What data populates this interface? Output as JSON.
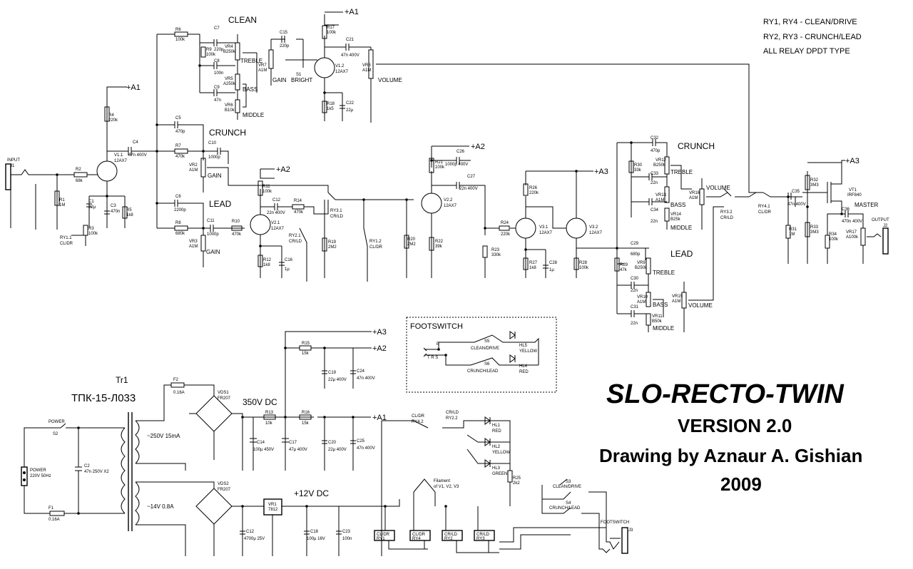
{
  "notes": {
    "line1": "RY1, RY4 - CLEAN/DRIVE",
    "line2": "RY2, RY3 - CRUNCH/LEAD",
    "line3": "ALL RELAY DPDT TYPE"
  },
  "title": {
    "name": "SLO-RECTO-TWIN",
    "version": "VERSION 2.0",
    "author": "Drawing by Aznaur A. Gishian",
    "year": "2009"
  },
  "sections": {
    "clean": "CLEAN",
    "crunch": "CRUNCH",
    "lead": "LEAD",
    "crunch2": "CRUNCH",
    "lead2": "LEAD",
    "footswitch": "FOOTSWITCH"
  },
  "controls": {
    "treble": "TREBLE",
    "bass": "BASS",
    "middle": "MIDDLE",
    "gain": "GAIN",
    "bright": "BRIGHT",
    "volume": "VOLUME",
    "master": "MASTER"
  },
  "rails": {
    "a1": "+A1",
    "a2": "+A2",
    "a3": "+A3"
  },
  "io": {
    "input": "INPUT",
    "output": "OUTPUT",
    "j1": "J1",
    "j2": "J2",
    "j3": "J3",
    "footswitch_jack": "FOOTSWITCH"
  },
  "power": {
    "tr_name": "Tr1",
    "tr_type": "ТПК-15-Л033",
    "dc350": "350V DC",
    "dc12": "+12V DC",
    "sec1": "~250V 15mA",
    "sec2": "~14V 0.8A",
    "power_label": "POWER",
    "s2": "S2",
    "mains": "220V 50Hz",
    "f1": "F1",
    "f1v": "0.16A",
    "f2": "F2",
    "f2v": "0.16A",
    "c2": "C2",
    "c2v": "47n 250V X2",
    "vds1": "VDS1",
    "vds1v": "FR207",
    "vds2": "VDS2",
    "vds2v": "FR207",
    "vr1": "VR1",
    "vr1v": "7812",
    "filament": "Filament",
    "filament2": "of V1, V2, V3"
  },
  "tubes": [
    {
      "ref": "V1.1",
      "type": "12AX7"
    },
    {
      "ref": "V1.2",
      "type": "12AX7"
    },
    {
      "ref": "V2.1",
      "type": "12AX7"
    },
    {
      "ref": "V2.2",
      "type": "12AX7"
    },
    {
      "ref": "V3.1",
      "type": "12AX7"
    },
    {
      "ref": "V3.2",
      "type": "12AX7"
    }
  ],
  "relays": {
    "ry11": "RY1.1",
    "ry11s": "CL/DR",
    "ry21": "RY2.1",
    "ry21s": "CR/LD",
    "ry31": "RY3.1",
    "ry31s": "CR/LD",
    "ry12": "RY1.2",
    "ry12s": "CL/DR",
    "ry32": "RY3.2",
    "ry32s": "CR/LD",
    "ry41": "RY4.1",
    "ry41s": "CL/DR",
    "ry42": "RY4.2",
    "ry42s": "CL/DR",
    "ry22": "RY2.2",
    "ry22s": "CR/LD",
    "coil1": "CL/DR",
    "coil1n": "RY1",
    "coil4": "CL/DR",
    "coil4n": "RY4",
    "coil2": "CR/LD",
    "coil2n": "RY2",
    "coil3": "CR/LD",
    "coil3n": "RY3"
  },
  "fs": {
    "s5": "S5",
    "s5l": "CLEAN/DRIVE",
    "s6": "S6",
    "s6l": "CRUNCH/LEAD",
    "hl5": "HL5",
    "hl5c": "YELLOW",
    "hl4": "HL4",
    "hl4c": "RED",
    "s3": "S3",
    "s3l": "CLEAN/DRIVE",
    "s4": "S4",
    "s4l": "CRUNCH/LEAD",
    "hl1": "HL1",
    "hl1c": "RED",
    "hl2": "HL2",
    "hl2c": "YELLOW",
    "hl3": "HL3",
    "hl3c": "GREEN",
    "r25": "R25",
    "r25v": "2k2",
    "trs": "T  R  S",
    "p": "P"
  },
  "parts": {
    "r1": "R1",
    "r1v": "1M",
    "r2": "R2",
    "r2v": "68k",
    "r3": "R3",
    "r3v": "100k",
    "r4": "R4",
    "r4v": "220k",
    "r5": "R5",
    "r5v": "1k8",
    "r6": "R6",
    "r6v": "100k",
    "r7": "R7",
    "r7v": "470k",
    "r8": "R8",
    "r8v": "680k",
    "r9": "R9",
    "r9v": "100k",
    "r10": "R10",
    "r10v": "470k",
    "r11": "R11",
    "r11v": "100k",
    "r12": "R12",
    "r12v": "1k8",
    "r14": "R14",
    "r14v": "470k",
    "r17": "R17",
    "r17v": "100k",
    "r18": "R18",
    "r18v": "1k5",
    "r19": "R19",
    "r19v": "2M2",
    "r20": "R20",
    "r20v": "2M2",
    "r21": "R21",
    "r21v": "100k",
    "r22": "R22",
    "r22v": "39k",
    "r23": "R23",
    "r23v": "330k",
    "r24": "R24",
    "r24v": "220k",
    "r26": "R26",
    "r26v": "220k",
    "r27": "R27",
    "r27v": "1k8",
    "r28": "R28",
    "r28v": "100k",
    "r29": "R29",
    "r29v": "47k",
    "r30": "R30",
    "r30v": "33k",
    "r31": "R31",
    "r31v": "1M",
    "r32": "R32",
    "r32v": "3M3",
    "r33": "R33",
    "r33v": "3M3",
    "r34": "R34",
    "r34v": "100k",
    "r13": "R13",
    "r13v": "10k",
    "r15": "R15",
    "r15v": "15k",
    "r16": "R16",
    "r16v": "15k",
    "c1": "C1",
    "c1v": "22µ",
    "c3": "C3",
    "c3v": "470n",
    "c4": "C4",
    "c4v": "47n 400V",
    "c5": "C5",
    "c5v": "470p",
    "c6": "C6",
    "c6v": "2200p",
    "c7": "C7",
    "c7v": "220p",
    "c8": "C8",
    "c8v": "100n",
    "c9": "C9",
    "c9v": "47n",
    "c10": "C10",
    "c10v": "1000p",
    "c11": "C11",
    "c11v": "1000p",
    "c12": "C12",
    "c12v": "22n 400V",
    "c15": "C15",
    "c15v": "220p",
    "c16": "C16",
    "c16v": "1µ",
    "c21": "C21",
    "c21v": "47n 400V",
    "c22": "C22",
    "c22v": "22µ",
    "c26": "C26",
    "c26v": "1000p 400V",
    "c27": "C27",
    "c27v": "22n 400V",
    "c28": "C28",
    "c28v": "1µ",
    "c29": "C29",
    "c29v": "680p",
    "c30": "C30",
    "c30v": "22n",
    "c31": "C31",
    "c31v": "22n",
    "c32": "C32",
    "c32v": "470p",
    "c33": "C33",
    "c33v": "22n",
    "c34": "C34",
    "c34v": "22n",
    "c35": "C35",
    "c35v": "47n 400V",
    "c36": "C36",
    "c36v": "470n 400V",
    "c14": "C14",
    "c14v": "100µ 450V",
    "c17": "C17",
    "c17v": "47µ 400V",
    "c19": "C19",
    "c19v": "22µ 400V",
    "c20": "C20",
    "c20v": "22µ 400V",
    "c24": "C24",
    "c24v": "47n 400V",
    "c25": "C25",
    "c25v": "47n 400V",
    "c12b": "C12",
    "c12bv": "4700µ 25V",
    "c18": "C18",
    "c18v": "100µ 16V",
    "c23": "C23",
    "c23v": "100n",
    "vr2": "VR2",
    "vr2v": "A1M",
    "vr3": "VR3",
    "vr3v": "A1M",
    "vr4": "VR4",
    "vr4v": "B250k",
    "vr5": "VR5",
    "vr5v": "A250k",
    "vr6": "VR6",
    "vr6v": "B10k",
    "vr7": "VR7",
    "vr7v": "A1M",
    "vr8": "VR8",
    "vr8v": "A1M",
    "vr9": "VR9",
    "vr9v": "B250k",
    "vr10": "VR10",
    "vr10v": "A1M",
    "vr11": "VR11",
    "vr11v": "B50k",
    "vr12": "VR12",
    "vr12v": "B250k",
    "vr13": "VR13",
    "vr13v": "A1M",
    "vr14": "VR14",
    "vr14v": "B25k",
    "vr15": "VR15",
    "vr15v": "A1M",
    "vr16": "VR16",
    "vr16v": "A1M",
    "vr17": "VR17",
    "vr17v": "A100k",
    "vt1": "VT1",
    "vt1v": "IRF840",
    "s1": "S1",
    "power_sw": "POWER"
  }
}
